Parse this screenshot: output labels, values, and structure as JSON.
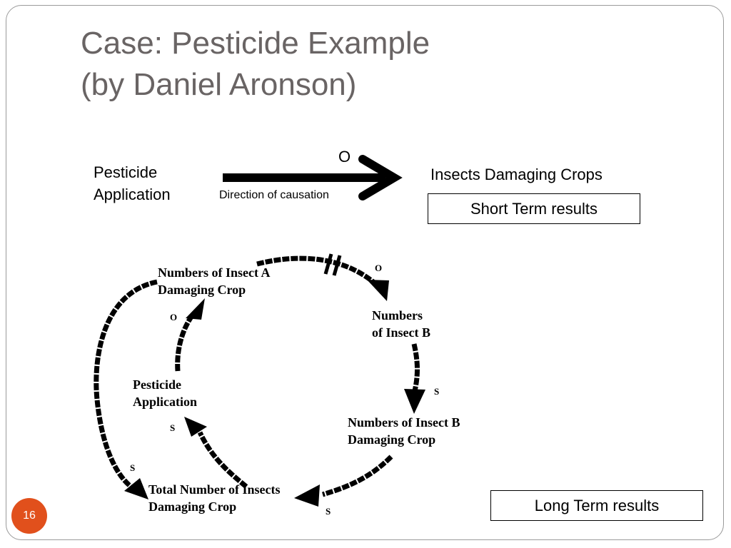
{
  "slide": {
    "title_line1": "Case: Pesticide Example",
    "title_line2": "(by Daniel Aronson)",
    "page_number": "16"
  },
  "top_diagram": {
    "cause_line1": "Pesticide",
    "cause_line2": "Application",
    "effect": "Insects Damaging Crops",
    "polarity": "O",
    "arrow_label": "Direction of causation",
    "result_label": "Short Term results"
  },
  "loop_diagram": {
    "nodes": {
      "insect_a_line1": "Numbers of Insect A",
      "insect_a_line2": "Damaging Crop",
      "insect_b_line1": "Numbers",
      "insect_b_line2": "of Insect B",
      "insect_b_damage_line1": "Numbers of Insect B",
      "insect_b_damage_line2": "Damaging Crop",
      "total_line1": "Total Number of Insects",
      "total_line2": "Damaging Crop",
      "pesticide_line1": "Pesticide",
      "pesticide_line2": "Application"
    },
    "polarities": {
      "a_to_b": "O",
      "b_to_b_damage": "S",
      "b_damage_to_total": "S",
      "total_to_pesticide": "S",
      "pesticide_to_a": "O",
      "a_to_total": "S"
    },
    "result_label": "Long Term results"
  },
  "colors": {
    "title": "#696464",
    "badge": "#e1501c",
    "frame": "#9a9a9a",
    "ink": "#000000"
  }
}
